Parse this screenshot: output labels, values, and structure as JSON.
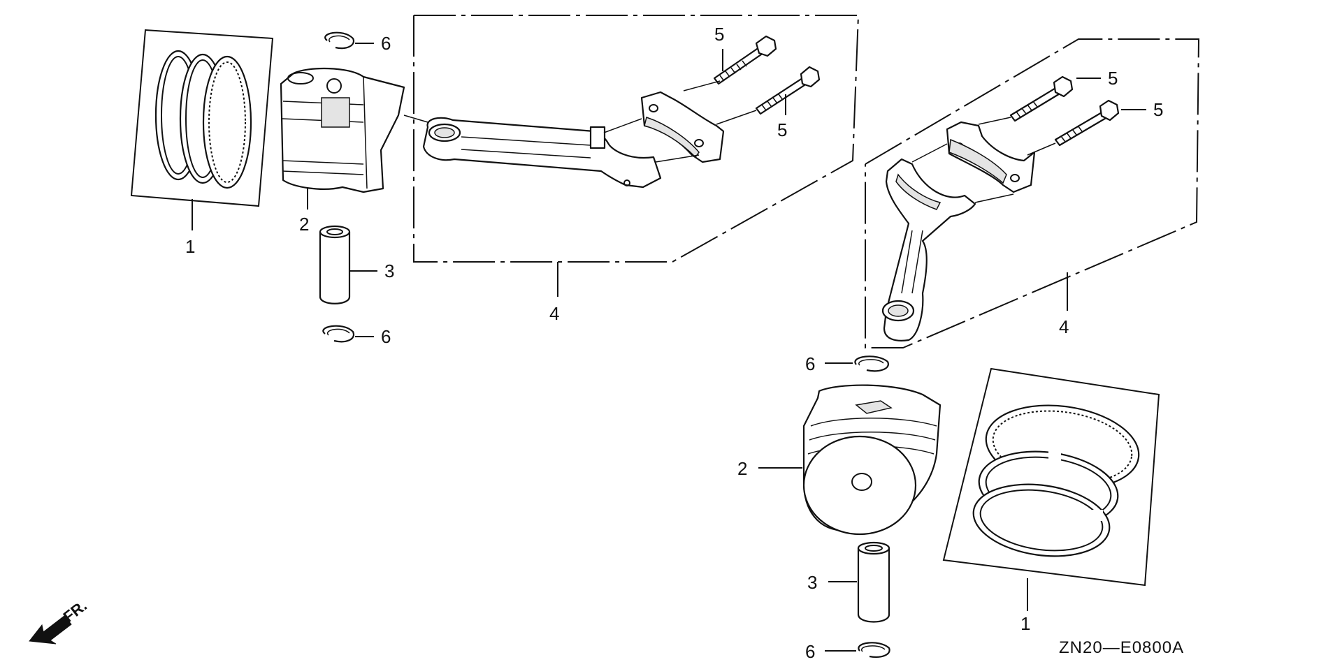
{
  "diagram": {
    "code": "ZN20—E0800A",
    "direction_label": "FR.",
    "callouts": {
      "piston_rings": "1",
      "piston": "2",
      "piston_pin": "3",
      "connecting_rod": "4",
      "rod_bolt": "5",
      "pin_clip": "6"
    }
  }
}
